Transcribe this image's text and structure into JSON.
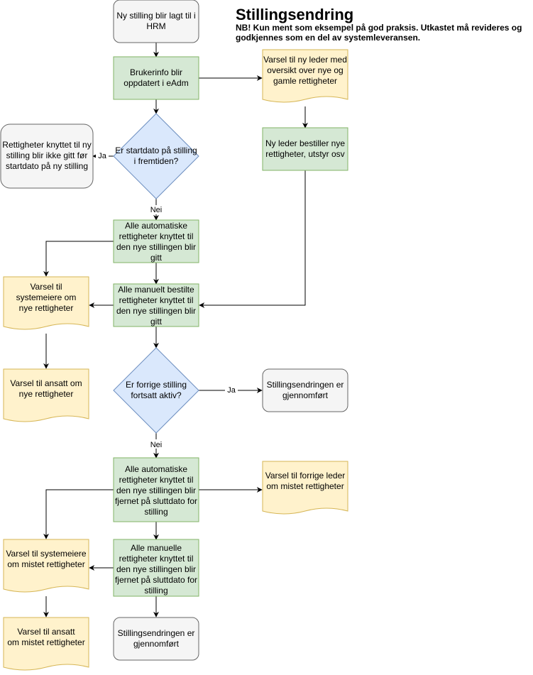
{
  "header": {
    "title": "Stillingsendring",
    "subtitle_lines": [
      "NB! Kun ment som eksempel på god praksis. Utkastet må revideres og",
      "godkjennes som en del av systemleveransen."
    ]
  },
  "colors": {
    "gray_fill": "#f5f5f5",
    "gray_stroke": "#666666",
    "green_fill": "#d5e8d4",
    "green_stroke": "#82b366",
    "blue_fill": "#dae8fc",
    "blue_stroke": "#6c8ebf",
    "yellow_fill": "#fff2cc",
    "yellow_stroke": "#d6b656"
  },
  "nodes": {
    "start": [
      "Ny stilling blir lagt til i",
      "HRM"
    ],
    "user_update": [
      "Brukerinfo blir",
      "oppdatert i eAdm"
    ],
    "notify_new_manager": [
      "Varsel til ny leder med",
      "oversikt over nye og",
      "gamle rettigheter"
    ],
    "manager_orders": [
      "Ny leder bestiller nye",
      "rettigheter, utstyr osv"
    ],
    "decision_startdate": [
      "Er startdato på stilling",
      "i fremtiden?"
    ],
    "rights_not_given": [
      "Rettigheter knyttet til ny",
      "stilling blir ikke gitt før",
      "startdato på ny stilling"
    ],
    "auto_rights_given": [
      "Alle automatiske",
      "rettigheter knyttet til",
      "den nye stillingen blir",
      "gitt"
    ],
    "manual_rights_given": [
      "Alle manuelt bestilte",
      "rettigheter knyttet til",
      "den nye stillingen blir",
      "gitt"
    ],
    "notify_sysowners_new": [
      "Varsel til",
      "systemeiere om",
      "nye rettigheter"
    ],
    "notify_employee_new": [
      "Varsel til ansatt om",
      "nye rettigheter"
    ],
    "decision_prev_active": [
      "Er forrige stilling",
      "fortsatt aktiv?"
    ],
    "done_1": [
      "Stillingsendringen er",
      "gjennomført"
    ],
    "auto_rights_removed": [
      "Alle automatiske",
      "rettigheter knyttet til",
      "den nye stillingen blir",
      "fjernet på sluttdato for",
      "stilling"
    ],
    "notify_prev_manager": [
      "Varsel til forrige leder",
      "om mistet rettigheter"
    ],
    "manual_rights_removed": [
      "Alle manuelle",
      "rettigheter knyttet til",
      "den nye stillingen blir",
      "fjernet på sluttdato for",
      "stilling"
    ],
    "notify_sysowners_lost": [
      "Varsel til systemeiere",
      "om mistet rettigheter"
    ],
    "notify_employee_lost": [
      "Varsel til ansatt",
      "om mistet rettigheter"
    ],
    "done_2": [
      "Stillingsendringen er",
      "gjennomført"
    ]
  },
  "edge_labels": {
    "startdate_yes": "Ja",
    "startdate_no": "Nei",
    "prev_active_yes": "Ja",
    "prev_active_no": "Nei"
  }
}
